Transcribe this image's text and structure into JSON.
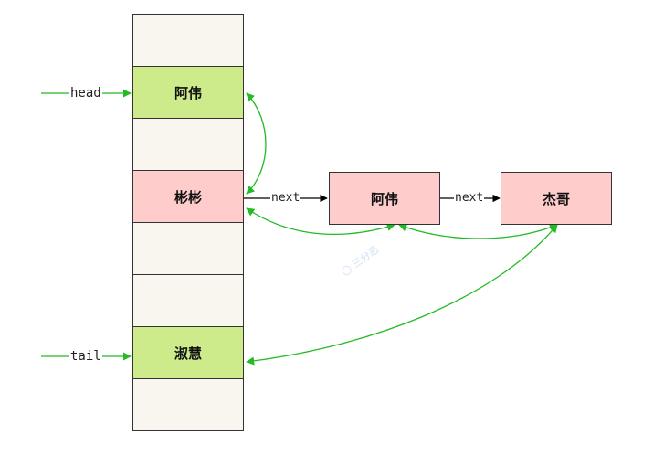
{
  "array_slots": [
    {
      "label": "",
      "color": "empty"
    },
    {
      "label": "阿伟",
      "color": "green"
    },
    {
      "label": "",
      "color": "empty"
    },
    {
      "label": "彬彬",
      "color": "pink"
    },
    {
      "label": "",
      "color": "empty"
    },
    {
      "label": "",
      "color": "empty"
    },
    {
      "label": "淑慧",
      "color": "green"
    },
    {
      "label": "",
      "color": "empty"
    }
  ],
  "chain_nodes": [
    {
      "label": "阿伟"
    },
    {
      "label": "杰哥"
    }
  ],
  "pointers": {
    "head": "head",
    "tail": "tail"
  },
  "edges": {
    "next_1": "next",
    "next_2": "next"
  },
  "watermark": "三分恶",
  "colors": {
    "green_fill": "#cdeb8b",
    "pink_fill": "#ffcccc",
    "empty_fill": "#f8f6ef",
    "arrow_green": "#22bb22",
    "arrow_black": "#000000"
  }
}
